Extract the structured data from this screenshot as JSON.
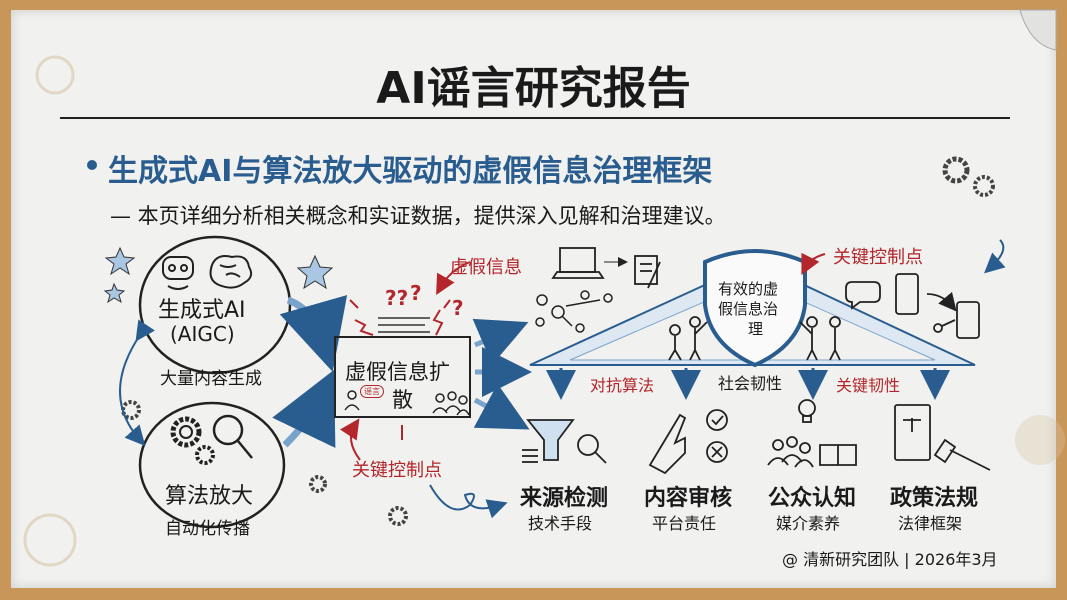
{
  "title": "AI谣言研究报告",
  "subtitle": "生成式AI与算法放大驱动的虚假信息治理框架",
  "description": "— 本页详细分析相关概念和实证数据，提供深入见解和治理建议。",
  "colors": {
    "frame": "#c9965a",
    "board": "#f1f1ef",
    "accent_blue": "#2a5d8f",
    "accent_red": "#b3262b",
    "light_blue": "#a9c6e2"
  },
  "sources": [
    {
      "title": "生成式AI",
      "title2": "(AIGC)",
      "caption": "大量内容生成",
      "icons": [
        "robot-icon",
        "brain-icon"
      ]
    },
    {
      "title": "算法放大",
      "caption": "自动化传播",
      "icons": [
        "gears-icon",
        "magnifier-icon"
      ]
    }
  ],
  "spread_box": {
    "line1": "虚假信息扩",
    "line2": "散",
    "bubble": "谣言"
  },
  "labels": {
    "misinformation": "虚假信息",
    "control_point_bottom": "关键控制点",
    "control_point_top": "关键控制点"
  },
  "governance": {
    "shield": [
      "有效的虚",
      "假信息治",
      "理"
    ],
    "counter_algorithm": "对抗算法",
    "social_resilience": "社会韧性",
    "key_resilience": "关键韧性"
  },
  "pillars": [
    {
      "title": "来源检测",
      "subtitle": "技术手段",
      "icon": "funnel-magnifier-icon"
    },
    {
      "title": "内容审核",
      "subtitle": "平台责任",
      "icon": "robot-hand-check-icon"
    },
    {
      "title": "公众认知",
      "subtitle": "媒介素养",
      "icon": "lightbulb-people-book-icon"
    },
    {
      "title": "政策法规",
      "subtitle": "法律框架",
      "icon": "law-book-gavel-icon"
    }
  ],
  "footer": "@ 清新研究团队 | 2026年3月"
}
